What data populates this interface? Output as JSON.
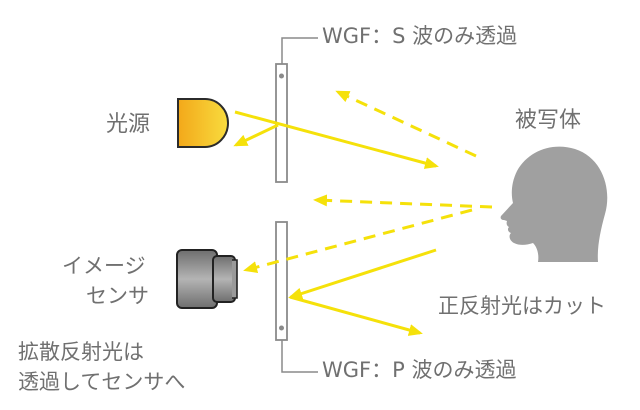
{
  "labels": {
    "top_filter": "WGF：S 波のみ透過",
    "bottom_filter": "WGF：P 波のみ透過",
    "light_source": "光源",
    "subject": "被写体",
    "image_sensor_line1": "イメージ",
    "image_sensor_line2": "センサ",
    "diffuse_line1": "拡散反射光は",
    "diffuse_line2": "透過してセンサへ",
    "specular_cut": "正反射光はカット"
  },
  "colors": {
    "arrow": "#f5e10a",
    "label": "#707070",
    "filter_stroke": "#8a8a8a",
    "light_source_fill_start": "#f6b81e",
    "light_source_fill_end": "#f7d43a",
    "head": "#9e9e9e",
    "camera_body": "#8f8f8f"
  }
}
